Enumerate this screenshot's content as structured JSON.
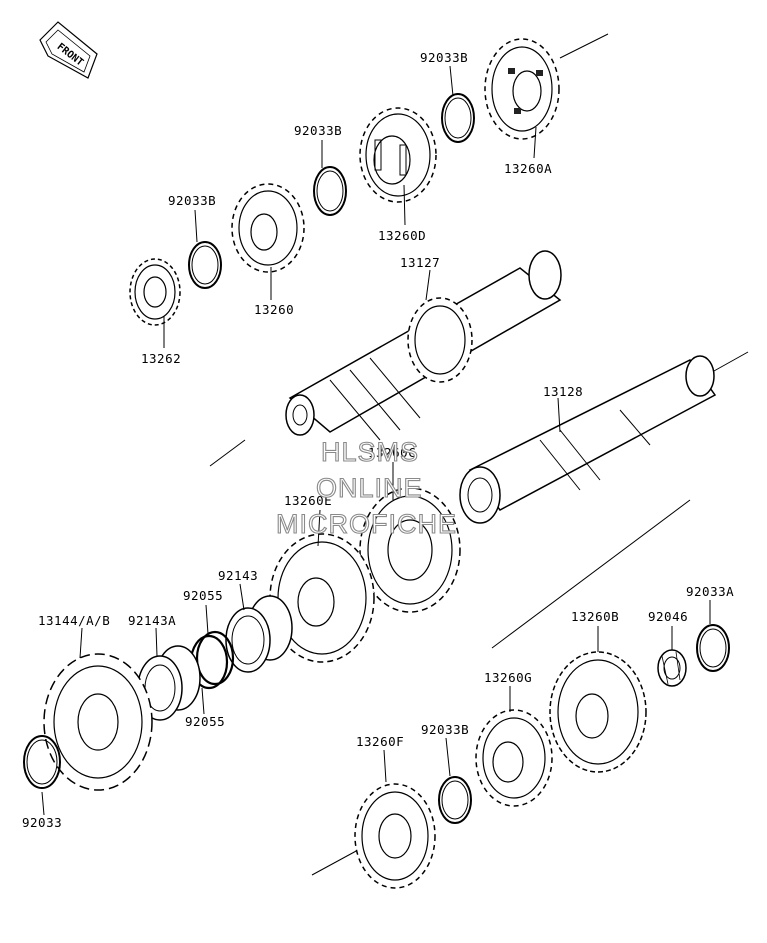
{
  "front_badge": "FRONT",
  "watermark": {
    "line1": "HLSMS",
    "line2": "ONLINE",
    "line3": "MICROFICHE"
  },
  "parts": {
    "p92033B_top": "92033B",
    "p13260A": "13260A",
    "p92033B_mid": "92033B",
    "p13260D": "13260D",
    "p92033B_left": "92033B",
    "p13260": "13260",
    "p13262": "13262",
    "p13127": "13127",
    "p13128": "13128",
    "p13260C": "13260C",
    "p13260E": "13260E",
    "p92143": "92143",
    "p92055_top": "92055",
    "p92055_bottom": "92055",
    "p92143A": "92143A",
    "p13144": "13144/A/B",
    "p92033": "92033",
    "p92033A": "92033A",
    "p92046": "92046",
    "p13260B": "13260B",
    "p13260G": "13260G",
    "p92033B_low": "92033B",
    "p13260F": "13260F"
  }
}
